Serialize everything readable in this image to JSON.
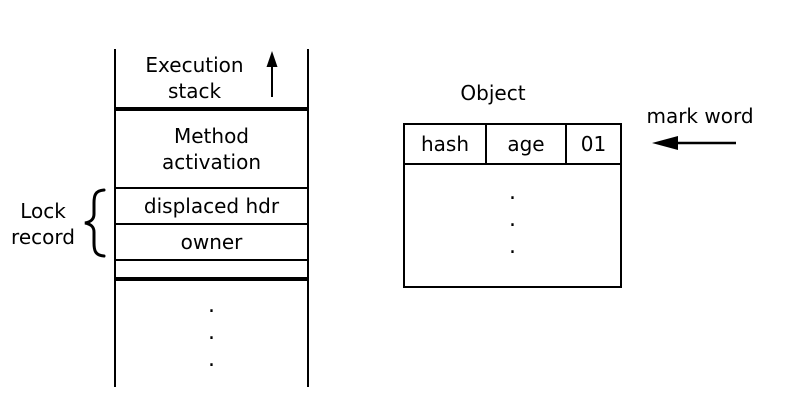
{
  "stack": {
    "title": {
      "line1": "Execution",
      "line2": "stack"
    },
    "method": {
      "line1": "Method",
      "line2": "activation"
    },
    "displaced_hdr": "displaced hdr",
    "owner": "owner",
    "ellipsis": [
      ".",
      ".",
      "."
    ]
  },
  "lock_record": {
    "line1": "Lock",
    "line2": "record"
  },
  "object": {
    "title": "Object",
    "header_cells": [
      "hash",
      "age",
      "01"
    ],
    "ellipsis": [
      ".",
      ".",
      "."
    ]
  },
  "mark_word": {
    "label": "mark word"
  },
  "colors": {
    "background": "#ffffff",
    "line": "#000000",
    "text": "#000000"
  }
}
